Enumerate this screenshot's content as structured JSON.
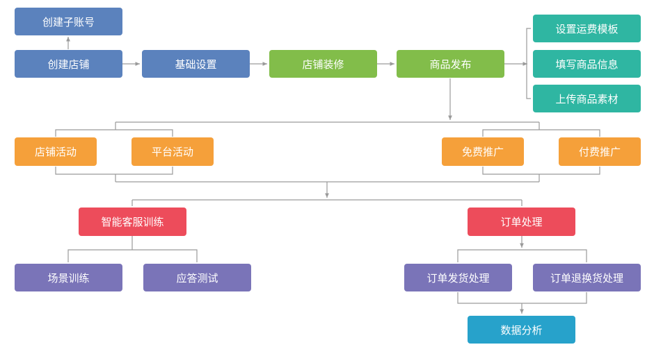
{
  "colors": {
    "blue": "#5b82bd",
    "green": "#82bd4a",
    "teal": "#2fb6a2",
    "orange": "#f5a03a",
    "red": "#ed4c5b",
    "purple": "#7a74b8",
    "cyan": "#27a2cb",
    "connector": "#9a9a9a"
  },
  "nodes": {
    "create_sub_account": "创建子账号",
    "create_store": "创建店铺",
    "basic_settings": "基础设置",
    "store_decoration": "店铺装修",
    "product_publish": "商品发布",
    "set_shipping_template": "设置运费模板",
    "fill_product_info": "填写商品信息",
    "upload_product_material": "上传商品素材",
    "store_activity": "店铺活动",
    "platform_activity": "平台活动",
    "free_promotion": "免费推广",
    "paid_promotion": "付费推广",
    "smart_cs_training": "智能客服训练",
    "order_processing": "订单处理",
    "scenario_training": "场景训练",
    "response_test": "应答测试",
    "order_shipping": "订单发货处理",
    "order_return_exchange": "订单退换货处理",
    "data_analysis": "数据分析"
  }
}
